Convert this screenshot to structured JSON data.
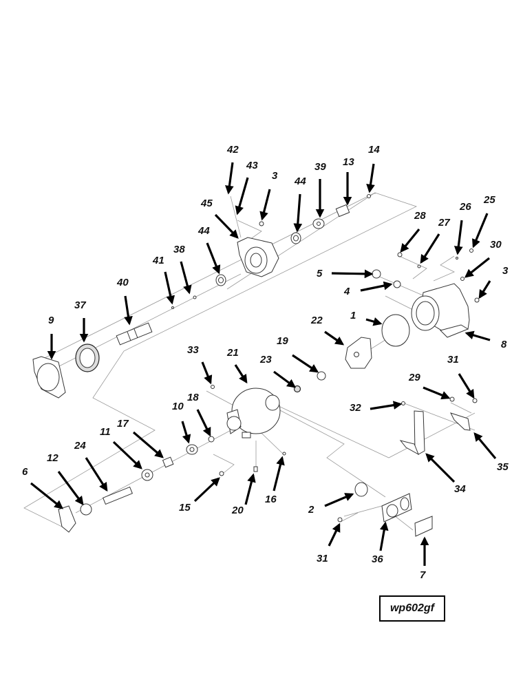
{
  "diagram": {
    "title": "Water pump exploded view",
    "figure_id": "wp602gf",
    "colors": {
      "ink": "#111111",
      "leader": "#999999",
      "background": "#ffffff"
    },
    "callouts": [
      "1",
      "2",
      "3",
      "3",
      "4",
      "5",
      "6",
      "7",
      "8",
      "9",
      "10",
      "11",
      "12",
      "13",
      "14",
      "15",
      "16",
      "17",
      "18",
      "19",
      "20",
      "21",
      "22",
      "23",
      "24",
      "25",
      "26",
      "27",
      "28",
      "29",
      "30",
      "31",
      "31",
      "32",
      "33",
      "34",
      "35",
      "36",
      "37",
      "38",
      "39",
      "40",
      "41",
      "42",
      "43",
      "44",
      "44",
      "45"
    ]
  }
}
